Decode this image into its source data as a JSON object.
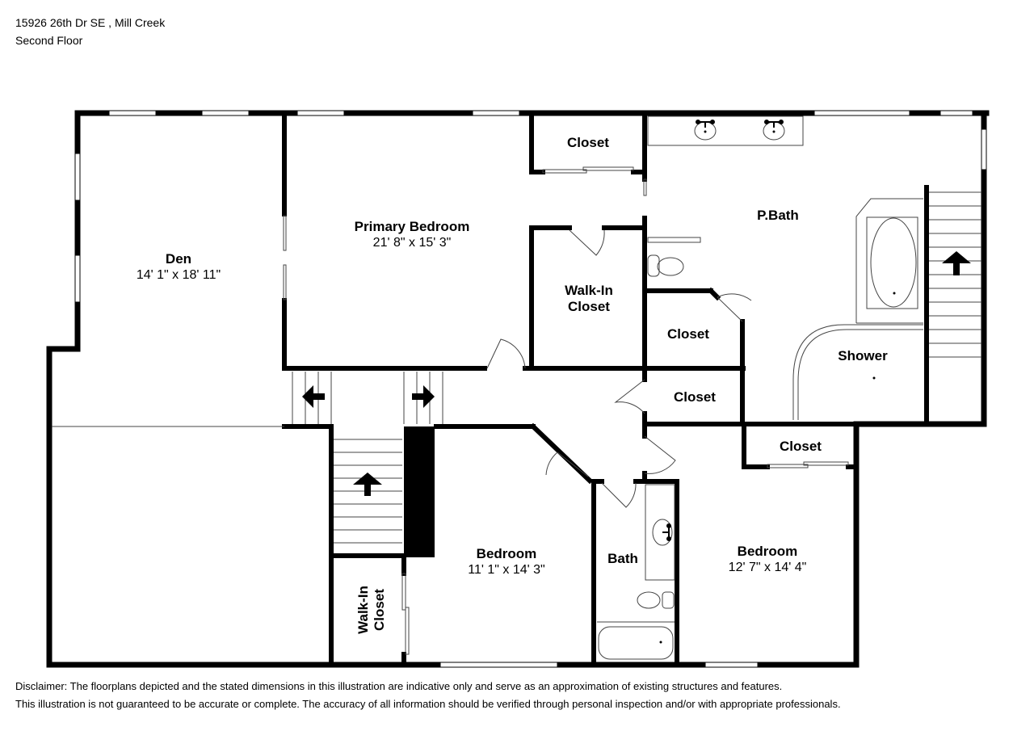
{
  "header": {
    "address": "15926 26th Dr SE , Mill Creek",
    "floor": "Second Floor"
  },
  "rooms": [
    {
      "id": "den",
      "name": "Den",
      "dims": "14' 1\" x 18' 11\""
    },
    {
      "id": "primary-bedroom",
      "name": "Primary Bedroom",
      "dims": "21' 8\" x 15' 3\""
    },
    {
      "id": "closet-top",
      "name": "Closet"
    },
    {
      "id": "walk-in-closet-primary",
      "name": "Walk-In\nCloset"
    },
    {
      "id": "p-bath",
      "name": "P.Bath"
    },
    {
      "id": "closet-mid",
      "name": "Closet"
    },
    {
      "id": "closet-hall",
      "name": "Closet"
    },
    {
      "id": "shower",
      "name": "Shower"
    },
    {
      "id": "closet-bedroom2",
      "name": "Closet"
    },
    {
      "id": "bedroom-1",
      "name": "Bedroom",
      "dims": "11' 1\" x 14' 3\""
    },
    {
      "id": "bath",
      "name": "Bath"
    },
    {
      "id": "bedroom-2",
      "name": "Bedroom",
      "dims": "12' 7\" x 14' 4\""
    },
    {
      "id": "walk-in-closet-small",
      "name": "Walk-In\nCloset"
    }
  ],
  "labels": {
    "den": "Den",
    "den_dims": "14' 1\" x 18' 11\"",
    "primary": "Primary Bedroom",
    "primary_dims": "21' 8\" x 15' 3\"",
    "closet": "Closet",
    "walkin_1": "Walk-In",
    "walkin_2": "Closet",
    "pbath": "P.Bath",
    "shower": "Shower",
    "bedroom": "Bedroom",
    "bedroom1_dims": "11' 1\" x 14' 3\"",
    "bath": "Bath",
    "bedroom2_dims": "12' 7\" x 14' 4\""
  },
  "disclaimer": {
    "line1": "Disclaimer: The floorplans depicted and the stated dimensions in this illustration are indicative only and serve as an approximation of existing structures and features.",
    "line2": "This illustration is not guaranteed to be accurate or complete. The accuracy of all information should be verified through personal inspection and/or with appropriate professionals."
  },
  "colors": {
    "wall": "#000000",
    "fixture": "#555555",
    "background": "#ffffff"
  }
}
